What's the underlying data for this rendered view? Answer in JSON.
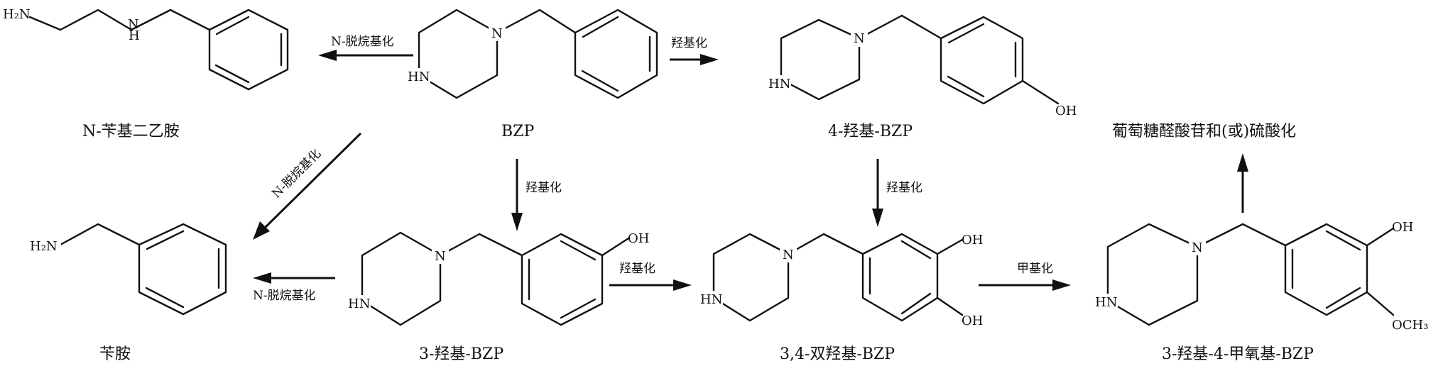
{
  "compounds": {
    "n_benzyl_ethylenediamine": "N-苄基二乙胺",
    "bzp": "BZP",
    "hydroxy4_bzp": "4-羟基-BZP",
    "conjugation": "葡萄糖醛酸苷和(或)硫酸化",
    "benzylamine": "苄胺",
    "hydroxy3_bzp": "3-羟基-BZP",
    "dihydroxy_bzp": "3,4-双羟基-BZP",
    "hydroxy_methoxy_bzp": "3-羟基-4-甲氧基-BZP"
  },
  "reactions": {
    "dealkylation": "N-脱烷基化",
    "hydroxylation": "羟基化",
    "methylation": "甲基化"
  },
  "atoms": {
    "H2N": "H₂N",
    "H": "H",
    "N": "N",
    "HN": "HN",
    "OH": "OH",
    "OCH3": "OCH₃"
  }
}
